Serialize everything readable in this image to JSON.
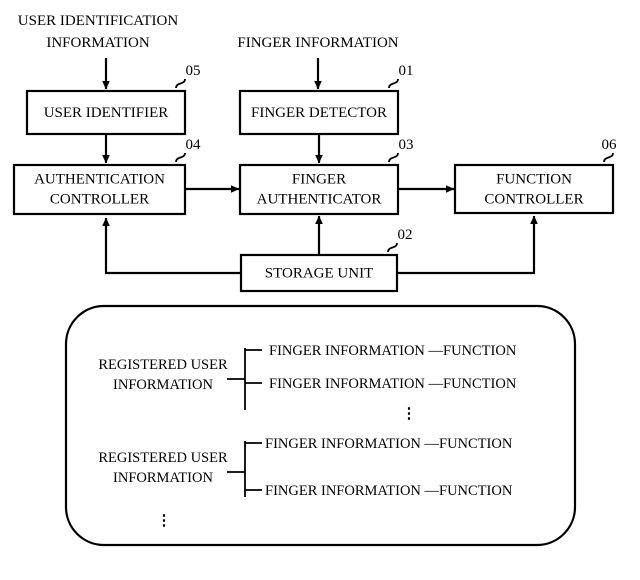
{
  "figure": {
    "type": "block-diagram",
    "background_color": "#ffffff",
    "line_color": "#000000"
  },
  "inputs": [
    {
      "id": "user-id-info",
      "line1": "USER IDENTIFICATION",
      "line2": "INFORMATION"
    },
    {
      "id": "finger-info",
      "line1": "FINGER INFORMATION",
      "line2": ""
    }
  ],
  "blocks": [
    {
      "id": "user-identifier",
      "line1": "USER IDENTIFIER",
      "line2": "",
      "ref": "05"
    },
    {
      "id": "finger-detector",
      "line1": "FINGER DETECTOR",
      "line2": "",
      "ref": "01"
    },
    {
      "id": "authentication-controller",
      "line1": "AUTHENTICATION",
      "line2": "CONTROLLER",
      "ref": "04"
    },
    {
      "id": "finger-authenticator",
      "line1": "FINGER",
      "line2": "AUTHENTICATOR",
      "ref": "03"
    },
    {
      "id": "function-controller",
      "line1": "FUNCTION",
      "line2": "CONTROLLER",
      "ref": "06"
    },
    {
      "id": "storage-unit",
      "line1": "STORAGE UNIT",
      "line2": "",
      "ref": "02"
    }
  ],
  "storage_contents": {
    "groups": [
      {
        "id": "registered-user-group-1",
        "label_line1": "REGISTERED USER",
        "label_line2": "INFORMATION",
        "entries": [
          "FINGER INFORMATION —FUNCTION",
          "FINGER INFORMATION —FUNCTION"
        ],
        "trailing_ellipsis": "⋮"
      },
      {
        "id": "registered-user-group-2",
        "label_line1": "REGISTERED USER",
        "label_line2": "INFORMATION",
        "entries": [
          "FINGER INFORMATION —FUNCTION",
          "FINGER INFORMATION —FUNCTION"
        ],
        "trailing_ellipsis": ""
      }
    ],
    "groups_ellipsis": "⋮"
  },
  "dot_glyph": "⋮"
}
